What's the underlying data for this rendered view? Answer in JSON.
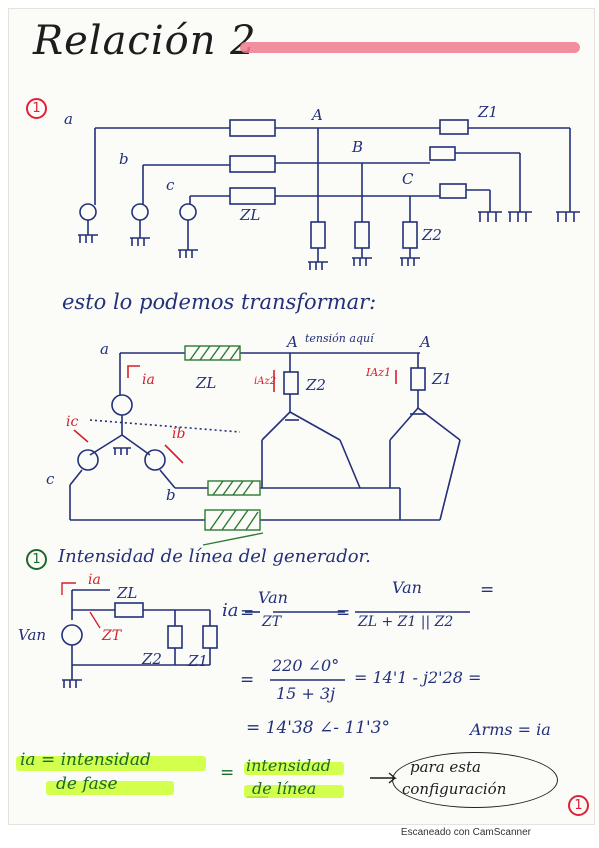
{
  "title": "Relación 2",
  "badges": {
    "section1": "1",
    "section1b": "1",
    "page_num": "1"
  },
  "circuit1": {
    "nodes": {
      "a": "a",
      "b": "b",
      "c": "c",
      "A": "A",
      "B": "B",
      "C": "C"
    },
    "z1": "Z1",
    "zL": "ZL",
    "z2": "Z2"
  },
  "transform_text": "esto lo podemos transformar:",
  "circuit2": {
    "a": "a",
    "b": "b",
    "c": "c",
    "A1": "A",
    "A2": "A",
    "tension_note": "tensión aquí",
    "ia": "ia",
    "ib": "ib",
    "ic": "ic",
    "iAz2": "iAz2",
    "iAz1": "IAz1",
    "zL": "ZL",
    "z2": "Z2",
    "z1": "Z1"
  },
  "section_heading": "Intensidad de línea del generador.",
  "circuit3": {
    "van": "Van",
    "ia": "ia",
    "zL": "ZL",
    "zT": "ZT",
    "z2": "Z2",
    "z1": "Z1"
  },
  "equations": {
    "eq1_lhs": "ia",
    "eq1_num1": "Van",
    "eq1_den1": "ZT",
    "eq1_num2": "Van",
    "eq1_den2": "ZL + Z1 || Z2",
    "eq2_num": "220 ∠0°",
    "eq2_den": "15 + 3j",
    "eq2_rhs": "= 14'1 - j2'28 =",
    "eq3": "= 14'38 ∠- 11'3°",
    "eq3_unit": "Arms = ia"
  },
  "notes": {
    "left_1": "ia = intensidad",
    "left_2": "de fase",
    "eq_sign": "=",
    "mid_1": "intensidad",
    "mid_2": "de línea",
    "right_1": "para esta",
    "right_2": "configuración"
  },
  "footer": "Escaneado con CamScanner",
  "colors": {
    "ink": "#23307a",
    "red": "#d4202e",
    "green": "#1a6a2a",
    "highlight": "#cbff2f",
    "title_bar": "#f07a8e"
  }
}
